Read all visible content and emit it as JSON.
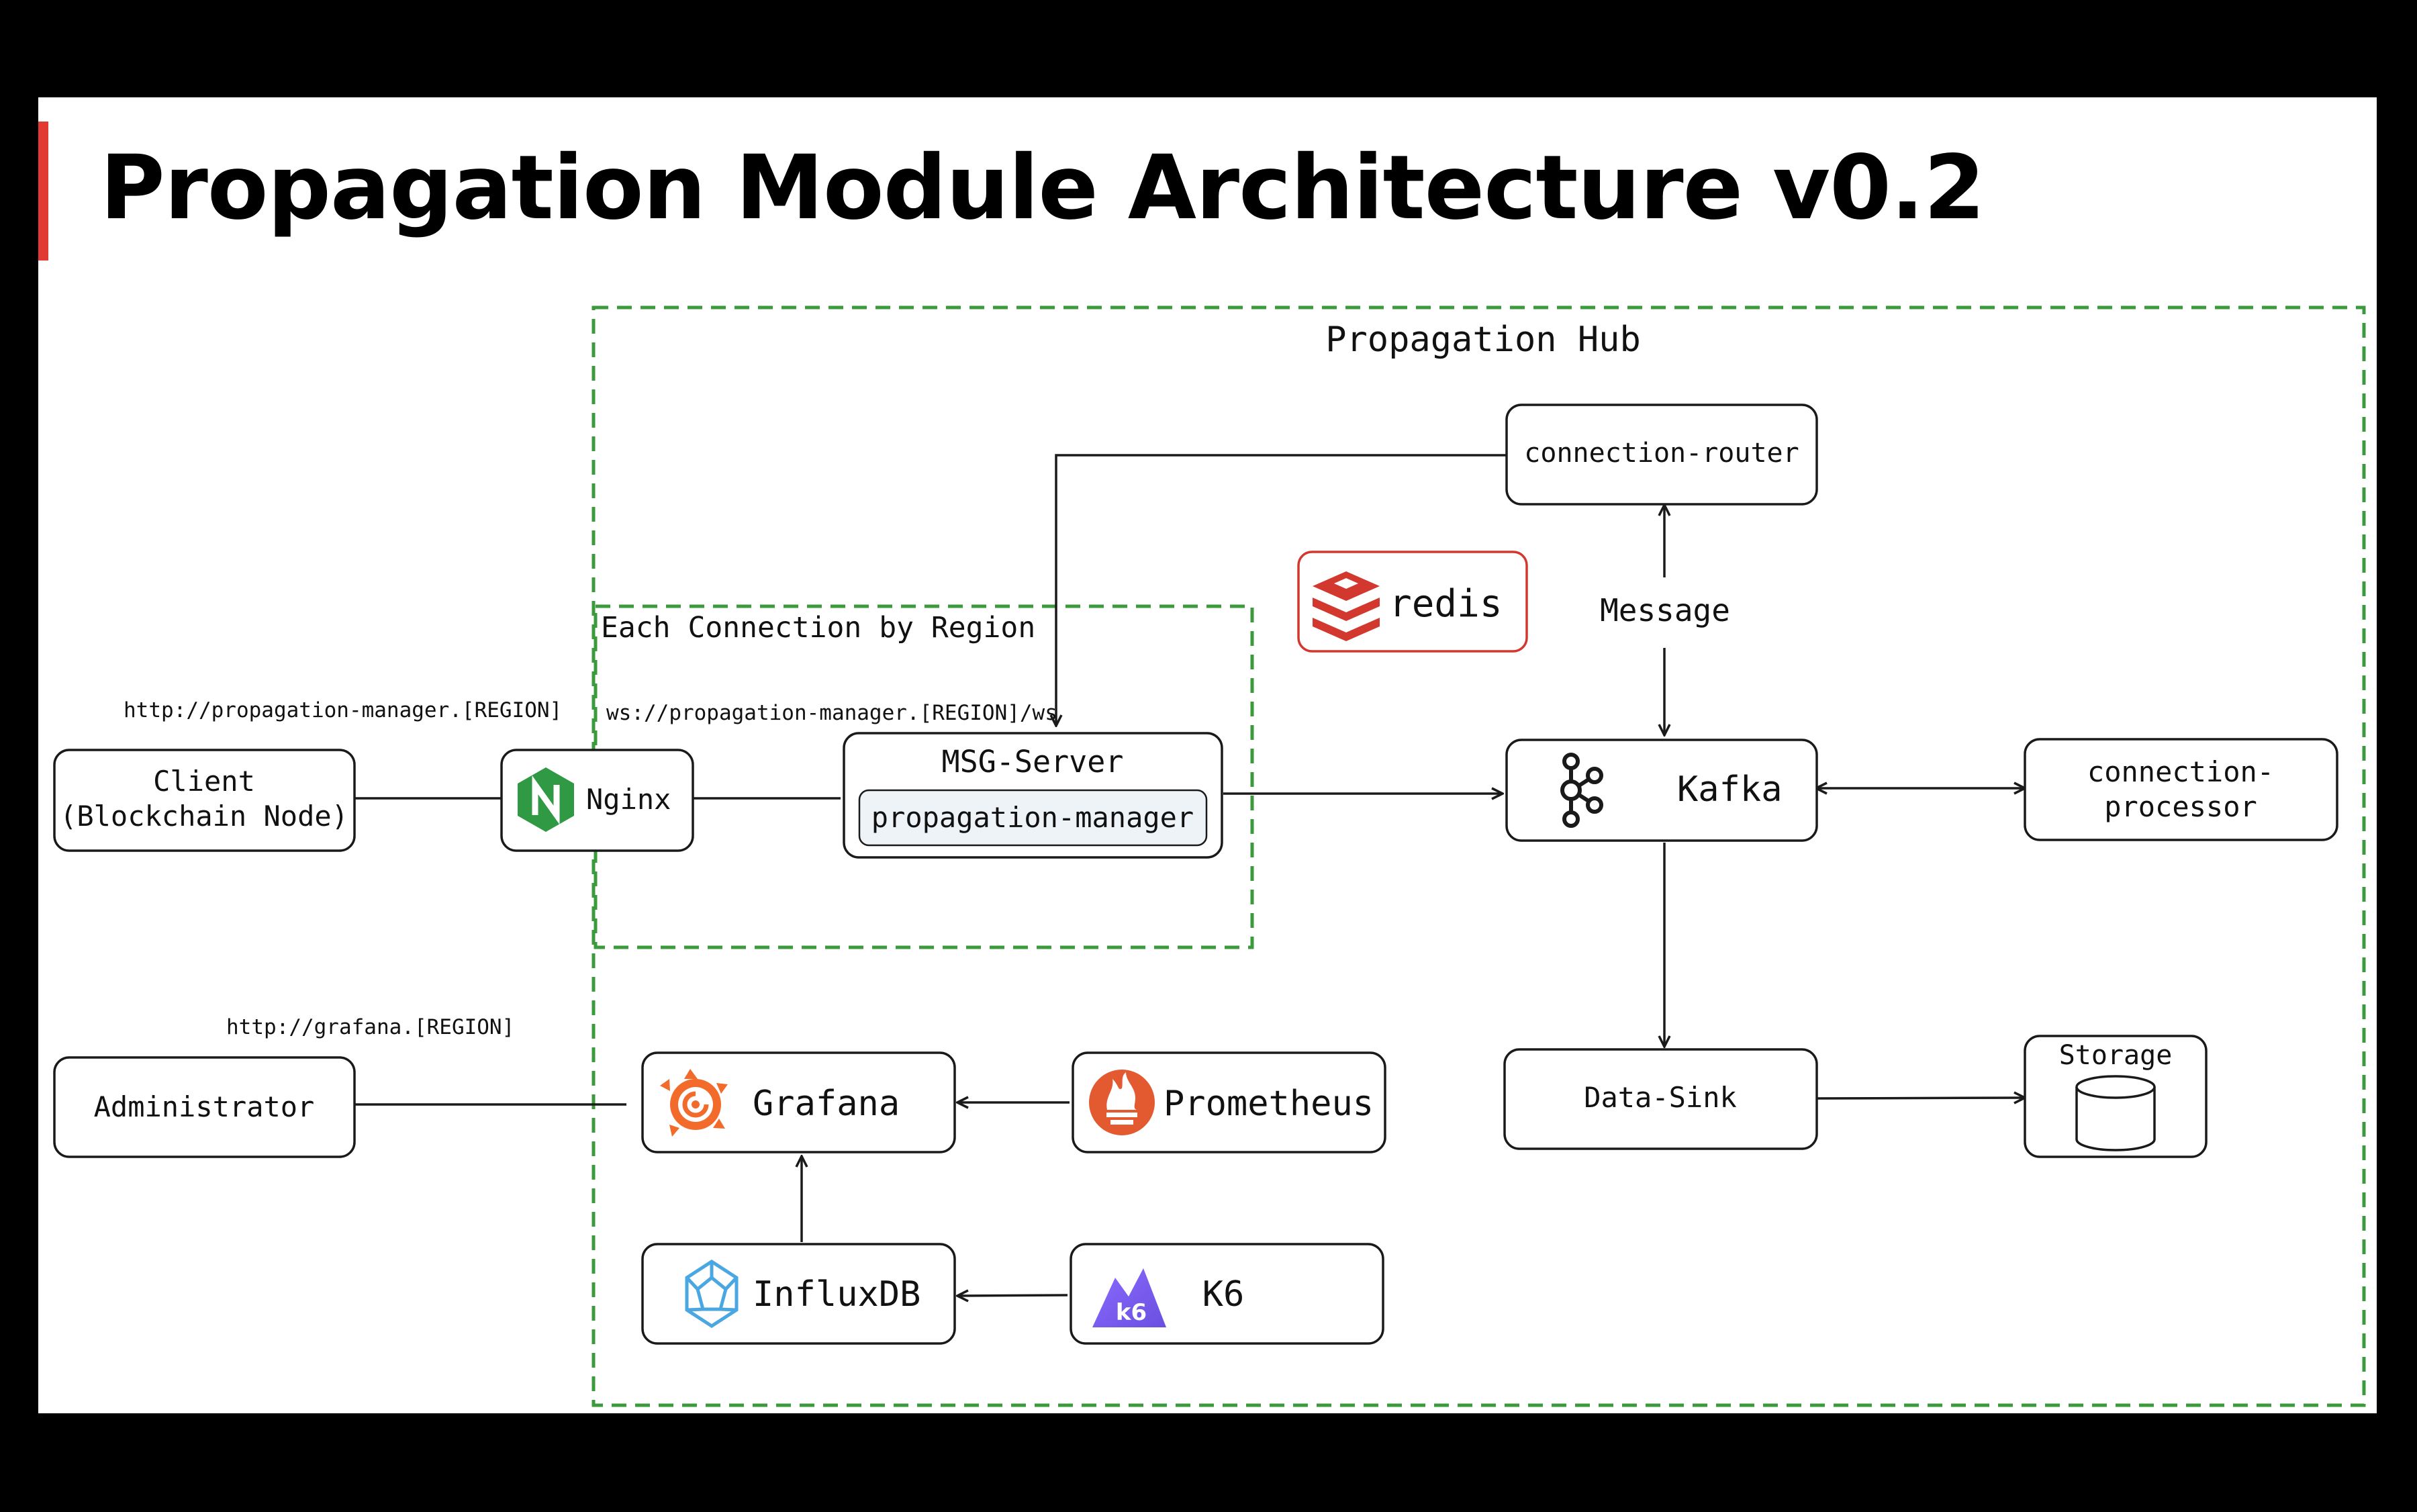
{
  "title": "Propagation Module Architecture v0.2",
  "colors": {
    "accent_bar": "#e03a32",
    "group_border": "#3b9a3b",
    "redis": "#d2382e",
    "nginx": "#2f9944",
    "grafana": "#f26b2a",
    "prometheus": "#e45a30",
    "influxdb": "#4aa7e2",
    "k6": "#7d64ff"
  },
  "groups": {
    "hub": {
      "label": "Propagation Hub"
    },
    "region": {
      "label": "Each Connection by Region"
    }
  },
  "nodes": {
    "client": {
      "line1": "Client",
      "line2": "(Blockchain Node)"
    },
    "nginx": {
      "label": "Nginx",
      "icon": "nginx-icon"
    },
    "msg_server": {
      "label": "MSG-Server",
      "inner_label": "propagation-manager"
    },
    "connection_router": {
      "label": "connection-router"
    },
    "redis": {
      "label": "redis",
      "icon": "redis-icon"
    },
    "kafka": {
      "label": "Kafka",
      "icon": "kafka-icon"
    },
    "connection_processor": {
      "line1": "connection-",
      "line2": "processor"
    },
    "data_sink": {
      "label": "Data-Sink"
    },
    "storage": {
      "label": "Storage",
      "icon": "database-cylinder-icon"
    },
    "administrator": {
      "label": "Administrator"
    },
    "grafana": {
      "label": "Grafana",
      "icon": "grafana-icon"
    },
    "prometheus": {
      "label": "Prometheus",
      "icon": "prometheus-icon"
    },
    "influxdb": {
      "label": "InfluxDB",
      "icon": "influxdb-icon"
    },
    "k6": {
      "label": "K6",
      "icon": "k6-icon",
      "icon_text": "k6"
    }
  },
  "annotations": {
    "client_url": "http://propagation-manager.[REGION]",
    "ws_url": "ws://propagation-manager.[REGION]/ws",
    "admin_url": "http://grafana.[REGION]",
    "message": "Message"
  }
}
